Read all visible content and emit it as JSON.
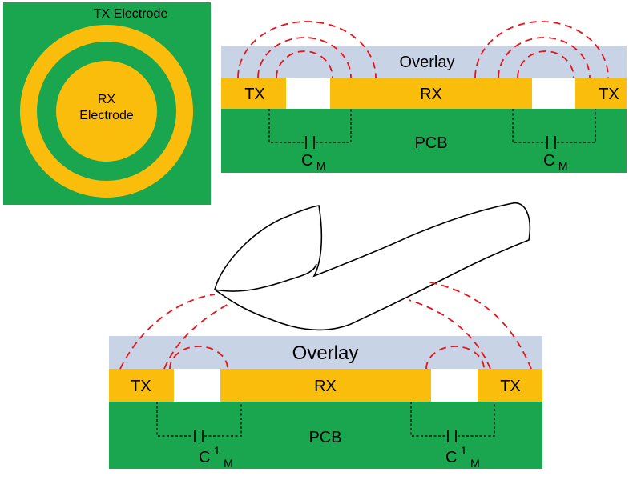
{
  "colors": {
    "pcb": "#1aa64e",
    "electrode": "#fbbd0b",
    "overlay": "#c8d4e6",
    "field": "#e8141c",
    "gap": "#ffffff"
  },
  "ring_view": {
    "tx_label": "TX Electrode",
    "rx_label_line1": "RX",
    "rx_label_line2": "Electrode"
  },
  "top_cross_section": {
    "overlay_label": "Overlay",
    "tx_left_label": "TX",
    "rx_label": "RX",
    "tx_right_label": "TX",
    "pcb_label": "PCB",
    "cap_left": {
      "base": "C",
      "sub": "M"
    },
    "cap_right": {
      "base": "C",
      "sub": "M"
    }
  },
  "bottom_cross_section": {
    "overlay_label": "Overlay",
    "tx_left_label": "TX",
    "rx_label": "RX",
    "tx_right_label": "TX",
    "pcb_label": "PCB",
    "cap_left": {
      "base": "C",
      "sup": "1",
      "sub": "M"
    },
    "cap_right": {
      "base": "C",
      "sup": "1",
      "sub": "M"
    }
  },
  "icons": {
    "finger": "finger-icon",
    "capacitor": "capacitor-icon"
  }
}
